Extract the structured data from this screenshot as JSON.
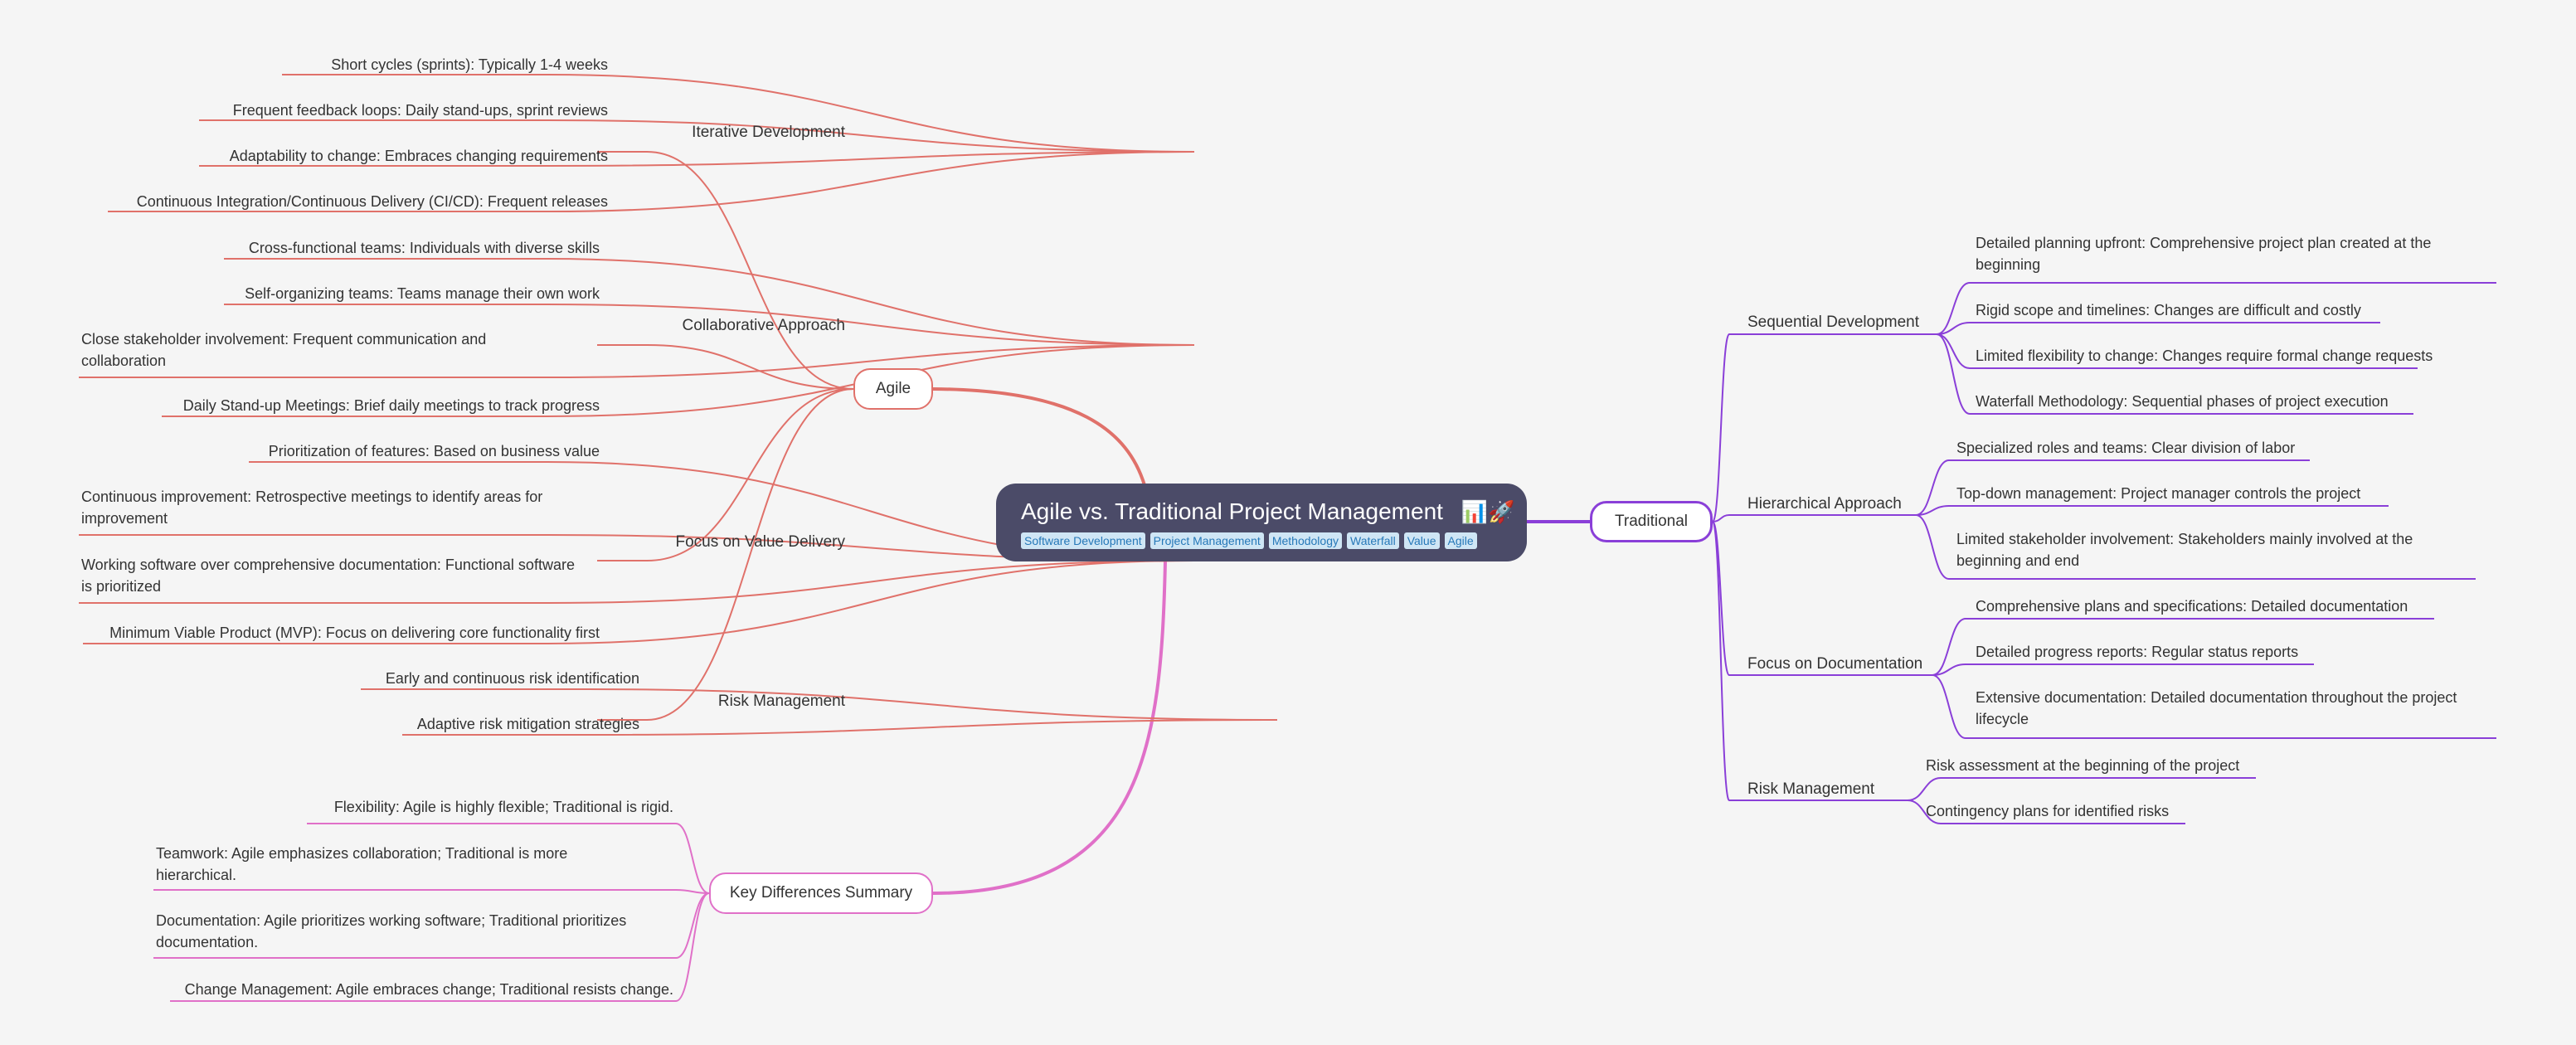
{
  "root": {
    "title": "Agile vs. Traditional Project Management",
    "icons": "📊🚀",
    "tags": [
      "Software Development",
      "Project Management",
      "Methodology",
      "Waterfall",
      "Value",
      "Agile"
    ]
  },
  "branches": {
    "agile": {
      "label": "Agile",
      "color": "#e0716a",
      "groups": [
        {
          "label": "Iterative Development",
          "items": [
            "Short cycles (sprints): Typically 1-4 weeks",
            "Frequent feedback loops: Daily stand-ups, sprint reviews",
            "Adaptability to change: Embraces changing requirements",
            "Continuous Integration/Continuous Delivery (CI/CD): Frequent releases"
          ]
        },
        {
          "label": "Collaborative Approach",
          "items": [
            "Cross-functional teams: Individuals with diverse skills",
            "Self-organizing teams: Teams manage their own work",
            "Close stakeholder involvement: Frequent communication and collaboration",
            "Daily Stand-up Meetings: Brief daily meetings to track progress"
          ]
        },
        {
          "label": "Focus on Value Delivery",
          "items": [
            "Prioritization of features: Based on business value",
            "Continuous improvement: Retrospective meetings to identify areas for improvement",
            "Working software over comprehensive documentation: Functional software is prioritized",
            "Minimum Viable Product (MVP): Focus on delivering core functionality first"
          ]
        },
        {
          "label": "Risk Management",
          "items": [
            "Early and continuous risk identification",
            "Adaptive risk mitigation strategies"
          ]
        }
      ]
    },
    "summary": {
      "label": "Key Differences Summary",
      "color": "#e070c8",
      "items": [
        "Flexibility: Agile is highly flexible; Traditional is rigid.",
        "Teamwork: Agile emphasizes collaboration; Traditional is more hierarchical.",
        "Documentation: Agile prioritizes working software; Traditional prioritizes documentation.",
        "Change Management: Agile embraces change; Traditional resists change."
      ]
    },
    "traditional": {
      "label": "Traditional",
      "color": "#8a3fd8",
      "groups": [
        {
          "label": "Sequential Development",
          "items": [
            "Detailed planning upfront: Comprehensive project plan created at the beginning",
            "Rigid scope and timelines: Changes are difficult and costly",
            "Limited flexibility to change: Changes require formal change requests",
            "Waterfall Methodology: Sequential phases of project execution"
          ]
        },
        {
          "label": "Hierarchical Approach",
          "items": [
            "Specialized roles and teams: Clear division of labor",
            "Top-down management: Project manager controls the project",
            "Limited stakeholder involvement: Stakeholders mainly involved at the beginning and end"
          ]
        },
        {
          "label": "Focus on Documentation",
          "items": [
            "Comprehensive plans and specifications: Detailed documentation",
            "Detailed progress reports: Regular status reports",
            "Extensive documentation: Detailed documentation throughout the project lifecycle"
          ]
        },
        {
          "label": "Risk Management",
          "items": [
            "Risk assessment at the beginning of the project",
            "Contingency plans for identified risks"
          ]
        }
      ]
    }
  }
}
